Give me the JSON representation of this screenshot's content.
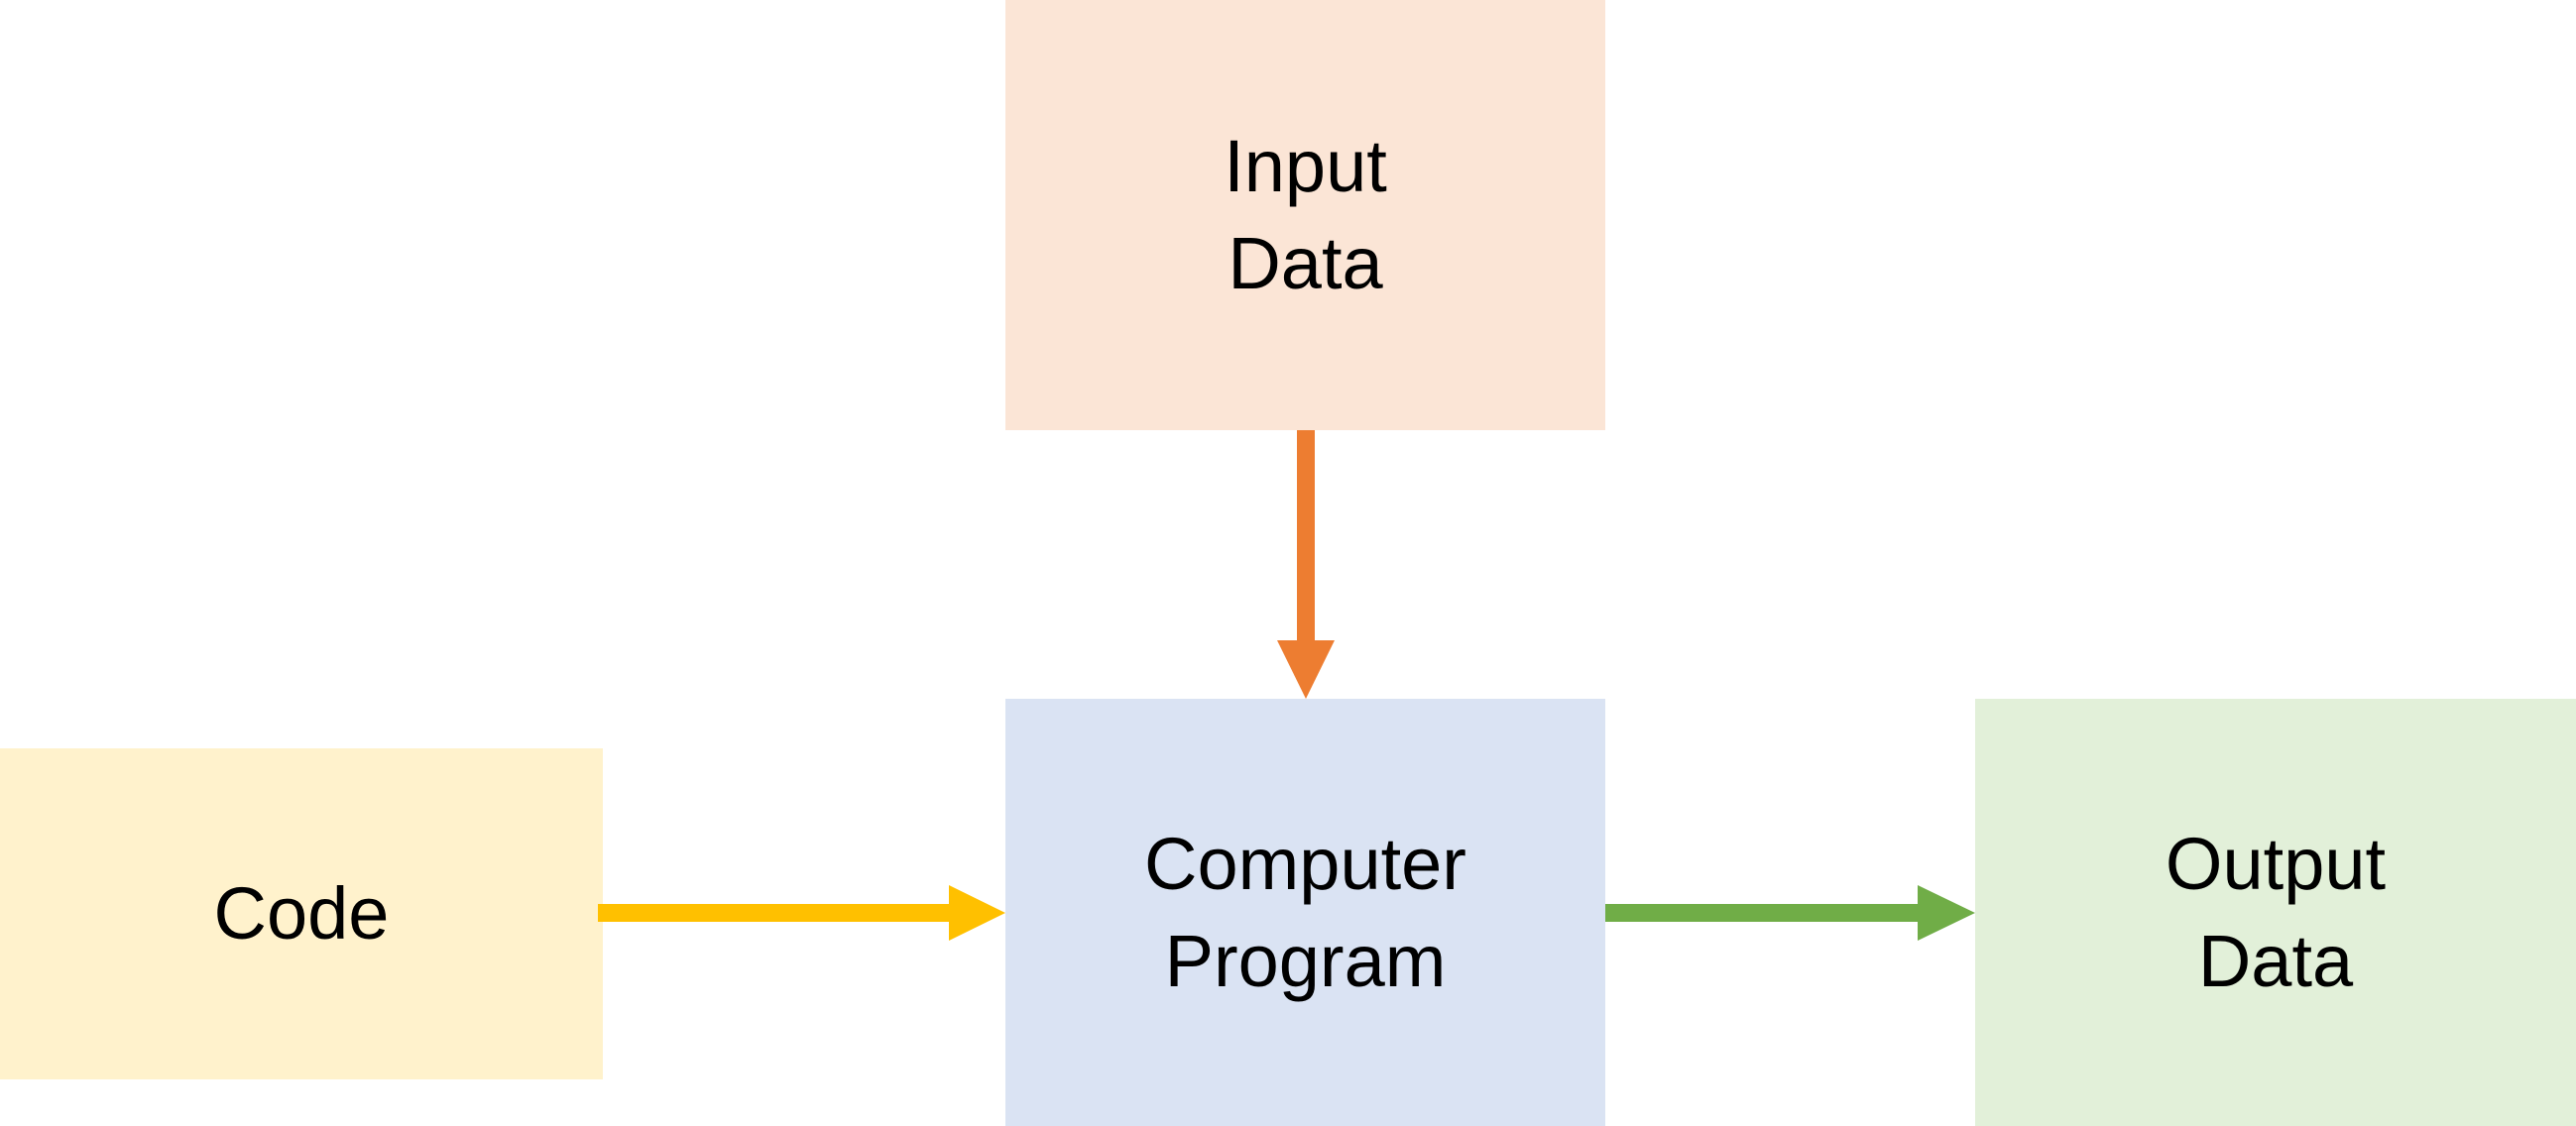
{
  "diagram": {
    "nodes": {
      "input": {
        "line1": "Input",
        "line2": "Data",
        "color": "#FBE5D6"
      },
      "code": {
        "label": "Code",
        "color": "#FFF2CC"
      },
      "program": {
        "line1": "Computer",
        "line2": "Program",
        "color": "#DAE3F3"
      },
      "output": {
        "line1": "Output",
        "line2": "Data",
        "color": "#E2F0D9"
      }
    },
    "edges": [
      {
        "from": "input",
        "to": "program",
        "color": "#ED7D31"
      },
      {
        "from": "code",
        "to": "program",
        "color": "#FFC000"
      },
      {
        "from": "program",
        "to": "output",
        "color": "#70AD47"
      }
    ]
  }
}
